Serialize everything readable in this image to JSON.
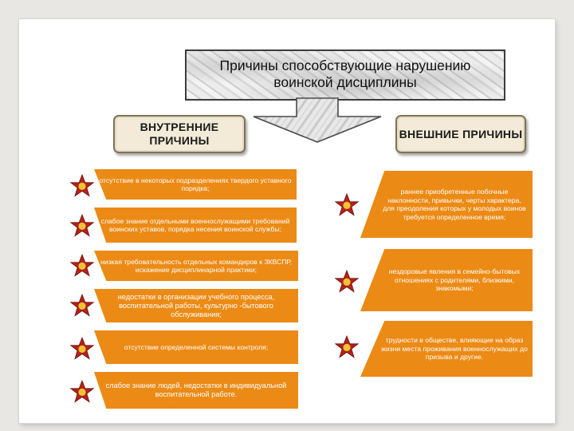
{
  "title": "Причины способствующие нарушению воинской дисциплины",
  "internal": {
    "heading": "ВНУТРЕННИЕ ПРИЧИНЫ",
    "items": [
      "отсутствие в некоторых подразделениях твердого уставного порядка;",
      "слабое знание отдельными военнослужащими требований воинских уставов, порядка несения воинской службы;",
      "низкая требовательность отдельных командиров к ЗКВСПР, искажение дисциплинарной практики;",
      "недостатки в организации учебного процесса, воспитательной работы, культурно -бытового обслуживания;",
      "отсутствие определенной системы контроля;",
      "слабое знание людей, недостатки в индивидуальной воспитательной работе."
    ]
  },
  "external": {
    "heading": "ВНЕШНИЕ ПРИЧИНЫ",
    "items": [
      "раннее приобретенные побочные наклонности, привычки, черты характера, для преодоления которых у молодых воинов требуется определенное время;",
      "нездоровые явления в семейно-бытовых отношениях с родителями, близкими, знакомыми;",
      "трудности в обществе, влияющие на образ жизни места проживания военнослужащих до призыва и другие."
    ]
  },
  "colors": {
    "item_fill": "#ec8a16",
    "plate_fill": "#f3ead7",
    "star_outer": "#b5211b",
    "star_inner": "#f1c232"
  },
  "icons": [
    "star-icon"
  ]
}
